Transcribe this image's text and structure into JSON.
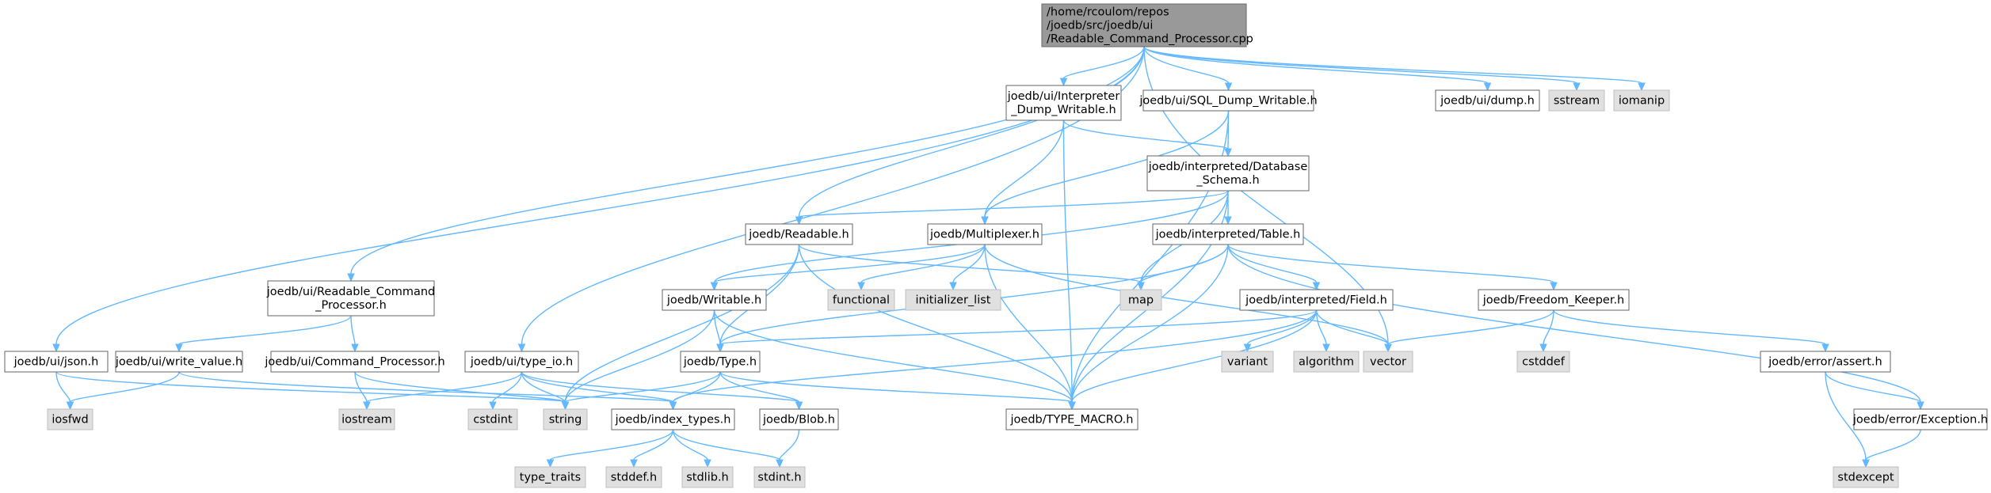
{
  "nodes": {
    "root": [
      "/home/rcoulom/repos",
      "/joedb/src/joedb/ui",
      "/Readable_Command_Processor.cpp"
    ],
    "interp_dump": [
      "joedb/ui/Interpreter",
      "_Dump_Writable.h"
    ],
    "sql_dump": [
      "joedb/ui/SQL_Dump_Writable.h"
    ],
    "dump": [
      "joedb/ui/dump.h"
    ],
    "sstream": [
      "sstream"
    ],
    "iomanip": [
      "iomanip"
    ],
    "schema": [
      "joedb/interpreted/Database",
      "_Schema.h"
    ],
    "readable": [
      "joedb/Readable.h"
    ],
    "multiplexer": [
      "joedb/Multiplexer.h"
    ],
    "table": [
      "joedb/interpreted/Table.h"
    ],
    "rcp_h": [
      "joedb/ui/Readable_Command",
      "_Processor.h"
    ],
    "writable": [
      "joedb/Writable.h"
    ],
    "functional": [
      "functional"
    ],
    "init_list": [
      "initializer_list"
    ],
    "map": [
      "map"
    ],
    "field": [
      "joedb/interpreted/Field.h"
    ],
    "freedom": [
      "joedb/Freedom_Keeper.h"
    ],
    "json": [
      "joedb/ui/json.h"
    ],
    "write_value": [
      "joedb/ui/write_value.h"
    ],
    "cmd_proc": [
      "joedb/ui/Command_Processor.h"
    ],
    "type_io": [
      "joedb/ui/type_io.h"
    ],
    "type": [
      "joedb/Type.h"
    ],
    "variant": [
      "variant"
    ],
    "algorithm": [
      "algorithm"
    ],
    "vector": [
      "vector"
    ],
    "cstddef": [
      "cstddef"
    ],
    "assert": [
      "joedb/error/assert.h"
    ],
    "iosfwd": [
      "iosfwd"
    ],
    "iostream": [
      "iostream"
    ],
    "cstdint": [
      "cstdint"
    ],
    "string": [
      "string"
    ],
    "index_types": [
      "joedb/index_types.h"
    ],
    "blob": [
      "joedb/Blob.h"
    ],
    "type_macro": [
      "joedb/TYPE_MACRO.h"
    ],
    "exception": [
      "joedb/error/Exception.h"
    ],
    "type_traits": [
      "type_traits"
    ],
    "stddef": [
      "stddef.h"
    ],
    "stdlib": [
      "stdlib.h"
    ],
    "stdint": [
      "stdint.h"
    ],
    "stdexcept": [
      "stdexcept"
    ]
  },
  "edges": [
    [
      "root",
      "interp_dump"
    ],
    [
      "root",
      "sql_dump"
    ],
    [
      "root",
      "dump"
    ],
    [
      "root",
      "sstream"
    ],
    [
      "root",
      "iomanip"
    ],
    [
      "root",
      "readable"
    ],
    [
      "root",
      "rcp_h"
    ],
    [
      "root",
      "json"
    ],
    [
      "root",
      "type_io"
    ],
    [
      "root",
      "vector"
    ],
    [
      "interp_dump",
      "schema"
    ],
    [
      "interp_dump",
      "multiplexer"
    ],
    [
      "interp_dump",
      "type_macro"
    ],
    [
      "sql_dump",
      "schema"
    ],
    [
      "sql_dump",
      "multiplexer"
    ],
    [
      "sql_dump",
      "type_macro"
    ],
    [
      "schema",
      "readable"
    ],
    [
      "schema",
      "writable"
    ],
    [
      "schema",
      "table"
    ],
    [
      "schema",
      "map"
    ],
    [
      "schema",
      "type_macro"
    ],
    [
      "readable",
      "map"
    ],
    [
      "readable",
      "type"
    ],
    [
      "readable",
      "string"
    ],
    [
      "readable",
      "type_macro"
    ],
    [
      "multiplexer",
      "writable"
    ],
    [
      "multiplexer",
      "functional"
    ],
    [
      "multiplexer",
      "init_list"
    ],
    [
      "multiplexer",
      "vector"
    ],
    [
      "multiplexer",
      "type_macro"
    ],
    [
      "table",
      "map"
    ],
    [
      "table",
      "field"
    ],
    [
      "table",
      "freedom"
    ],
    [
      "table",
      "exception"
    ],
    [
      "table",
      "type"
    ],
    [
      "table",
      "type_macro"
    ],
    [
      "rcp_h",
      "write_value"
    ],
    [
      "rcp_h",
      "cmd_proc"
    ],
    [
      "writable",
      "type"
    ],
    [
      "writable",
      "string"
    ],
    [
      "writable",
      "type_macro"
    ],
    [
      "field",
      "variant"
    ],
    [
      "field",
      "algorithm"
    ],
    [
      "field",
      "vector"
    ],
    [
      "field",
      "type"
    ],
    [
      "field",
      "index_types"
    ],
    [
      "field",
      "type_macro"
    ],
    [
      "freedom",
      "vector"
    ],
    [
      "freedom",
      "cstddef"
    ],
    [
      "freedom",
      "assert"
    ],
    [
      "json",
      "iosfwd"
    ],
    [
      "json",
      "string"
    ],
    [
      "write_value",
      "iosfwd"
    ],
    [
      "write_value",
      "index_types"
    ],
    [
      "cmd_proc",
      "iostream"
    ],
    [
      "cmd_proc",
      "string"
    ],
    [
      "type_io",
      "iostream"
    ],
    [
      "type_io",
      "cstdint"
    ],
    [
      "type_io",
      "string"
    ],
    [
      "type_io",
      "index_types"
    ],
    [
      "type_io",
      "blob"
    ],
    [
      "type",
      "index_types"
    ],
    [
      "type",
      "blob"
    ],
    [
      "type",
      "string"
    ],
    [
      "type",
      "type_macro"
    ],
    [
      "index_types",
      "type_traits"
    ],
    [
      "index_types",
      "stddef"
    ],
    [
      "index_types",
      "stdlib"
    ],
    [
      "index_types",
      "stdint"
    ],
    [
      "blob",
      "stdint"
    ],
    [
      "assert",
      "exception"
    ],
    [
      "assert",
      "stdexcept"
    ],
    [
      "exception",
      "stdexcept"
    ]
  ]
}
